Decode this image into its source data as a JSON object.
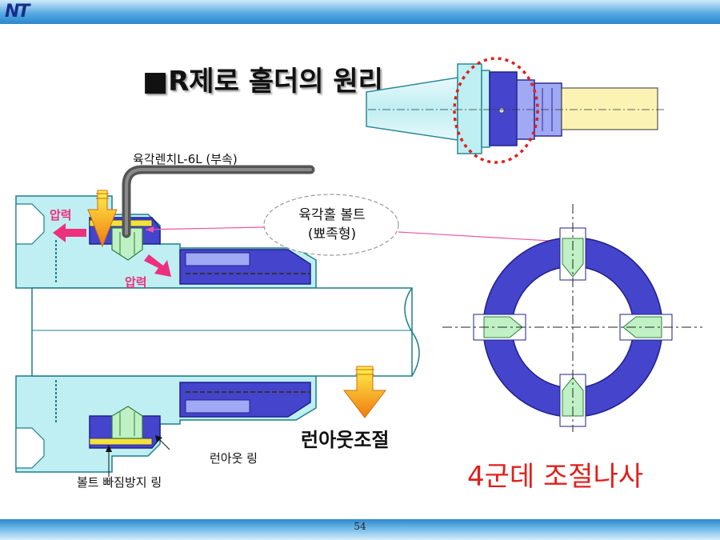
{
  "header": {
    "logo_text": "NT"
  },
  "slide": {
    "title": "■R제로 홀더의 원리",
    "page_number": "54"
  },
  "labels": {
    "hex_wrench": "육각렌치L-6L (부속)",
    "pressure_top": "압력",
    "pressure_bottom": "압력",
    "hex_bolt_line1": "육각홀 볼트",
    "hex_bolt_line2": "(뾰족형)",
    "runout_adjust": "런아웃조절",
    "runout_ring": "런아웃 링",
    "bolt_retainer_ring": "볼트 빠짐방지 링",
    "four_point_screws": "4군데 조절나사"
  },
  "colors": {
    "accent_blue": "#4444cc",
    "light_cyan": "#bfeff2",
    "highlight_red": "#e0201c",
    "callout_pink": "#ee55a6",
    "arrow_orange": "#f39a1a"
  }
}
